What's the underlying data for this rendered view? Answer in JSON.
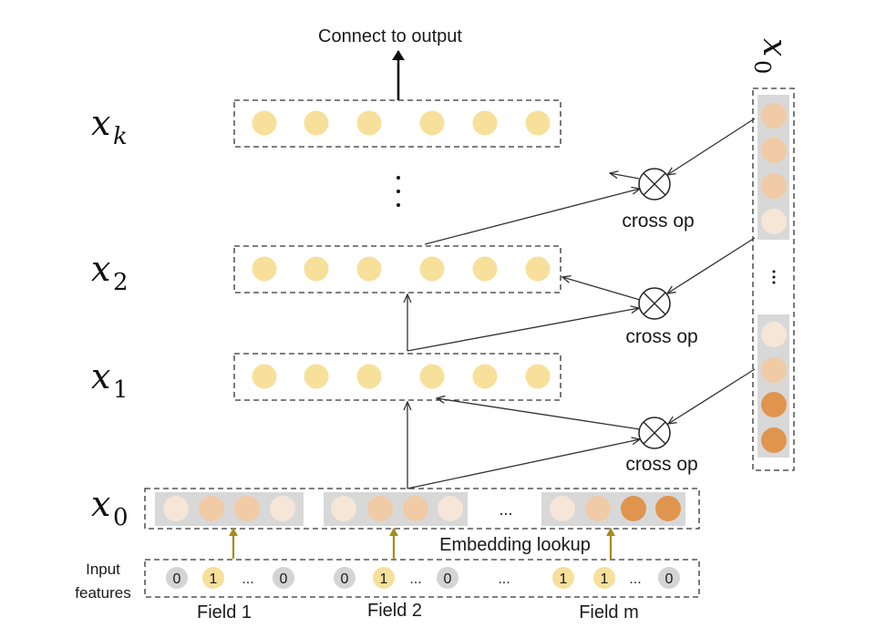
{
  "labels": {
    "connect_output": "Connect to output",
    "cross_op": "cross op",
    "embedding_lookup": "Embedding lookup",
    "input_features_line1": "Input",
    "input_features_line2": "features",
    "field1": "Field 1",
    "field2": "Field 2",
    "fieldm": "Field m",
    "ellipsis": "...",
    "ellipsis_short": "…"
  },
  "math": {
    "x": "x",
    "k": "k",
    "two": "2",
    "one": "1",
    "zero": "0"
  },
  "inputs": {
    "field1": [
      "0",
      "1",
      "0"
    ],
    "field2": [
      "0",
      "1",
      "0"
    ],
    "fieldm": [
      "1",
      "1",
      "0"
    ]
  },
  "colors": {
    "node_yellow": "#f7e09a",
    "feature_active": "#f7e09a",
    "feature_zero": "#d4d4d4",
    "emb_1": "#f5e6d8",
    "emb_2": "#f0cba5",
    "emb_3": "#e8b281",
    "emb_4": "#e0954e",
    "emb_bg": "#d8d8d8",
    "arrow_gold": "#a88a1e"
  }
}
